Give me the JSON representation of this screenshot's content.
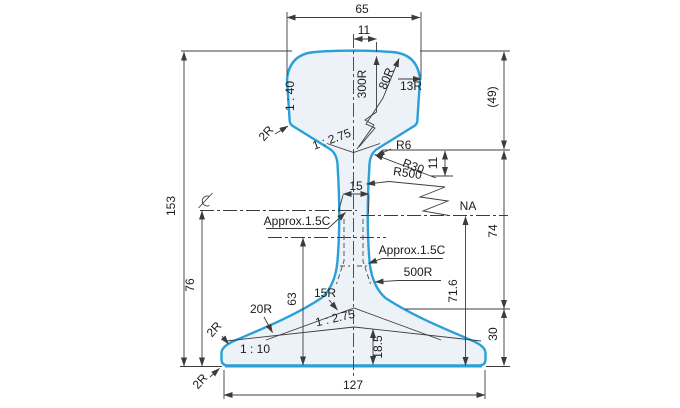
{
  "drawing": {
    "type": "rail-cross-section-dimensioned-drawing",
    "labels": {
      "head_width": "65",
      "crown_half_width": "11",
      "crown_radius": "300R",
      "shoulder_radius": "80R",
      "head_corner_radius": "13R",
      "head_side_taper": "1 : 40",
      "head_edge_radius": "2R",
      "head_underside_slope": "1 : 2.75",
      "fillet_r6": "R6",
      "fillet_r30": "R30",
      "web_radius_upper": "R500",
      "fillet_offset": "11",
      "head_depth": "(49)",
      "overall_height": "153",
      "neutral_axis": "NA",
      "web_thickness": "15",
      "web_chamfer_left": "Approx.1.5C",
      "web_chamfer_right": "Approx.1.5C",
      "web_radius_lower": "500R",
      "jaw_to_foot": "74",
      "na_height": "71.6",
      "fishing_height": "63",
      "web_foot_fillet": "15R",
      "foot_top_radius": "20R",
      "foot_slope_inner": "1 : 2.75",
      "foot_center_thickness": "18.5",
      "foot_slope_outer": "1 : 10",
      "foot_edge_radius": "2R",
      "base_corner_radius": "2R",
      "centerline_to_base": "76",
      "foot_height": "30",
      "base_width": "127"
    },
    "icons": {
      "centerline": "centre-line-symbol"
    },
    "colors": {
      "profile_stroke": "#2ba0d8",
      "profile_fill": "#edf2f8",
      "dimension_line": "#3c3c3c",
      "text": "#1c1c1c",
      "background": "#ffffff"
    }
  }
}
